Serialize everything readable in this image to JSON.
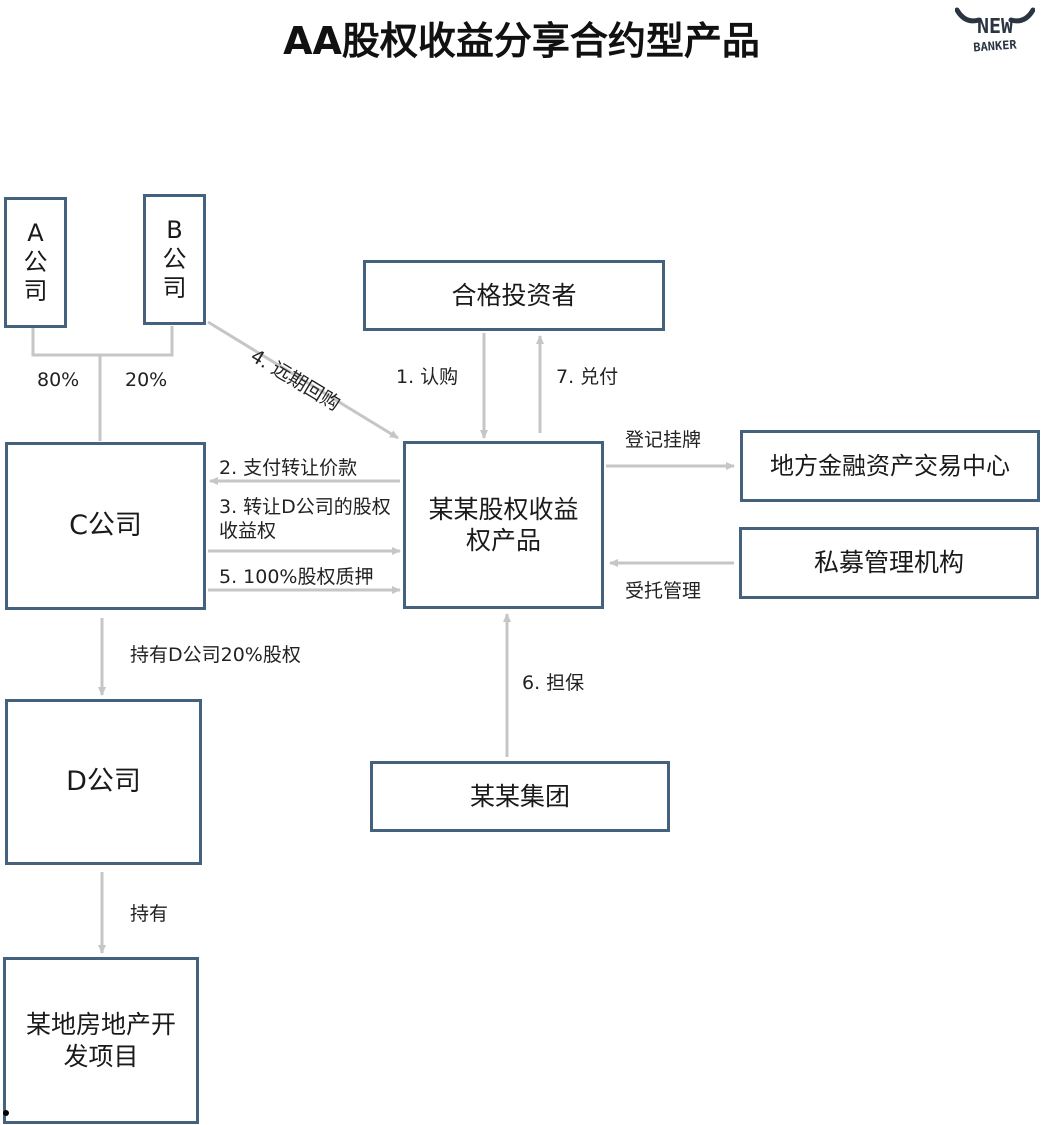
{
  "title": "AA股权收益分享合约型产品",
  "logo": {
    "line1": "NEW",
    "line2": "BANKER",
    "color": "#2b3541"
  },
  "colors": {
    "box_border": "#44617d",
    "line": "#c6c6c6"
  },
  "boxes": {
    "a": [
      "A",
      "公",
      "司"
    ],
    "b": [
      "B",
      "公",
      "司"
    ],
    "investors": "合格投资者",
    "c": "C公司",
    "product": "某某股权收益权产品",
    "exchange": "地方金融资产交易中心",
    "manager": "私募管理机构",
    "d": "D公司",
    "group": "某某集团",
    "project": "某地房地产开发项目"
  },
  "labels": {
    "a_share": "80%",
    "b_share": "20%",
    "buyback": "4. 远期回购",
    "subscribe": "1. 认购",
    "payout": "7. 兑付",
    "pay_transfer": "2. 支付转让价款",
    "transfer_rights": "3. 转让D公司的股权收益权",
    "pledge": "5. 100%股权质押",
    "listing": "登记挂牌",
    "entrusted": "受托管理",
    "hold_d": "持有D公司20%股权",
    "guarantee": "6. 担保",
    "hold": "持有"
  }
}
